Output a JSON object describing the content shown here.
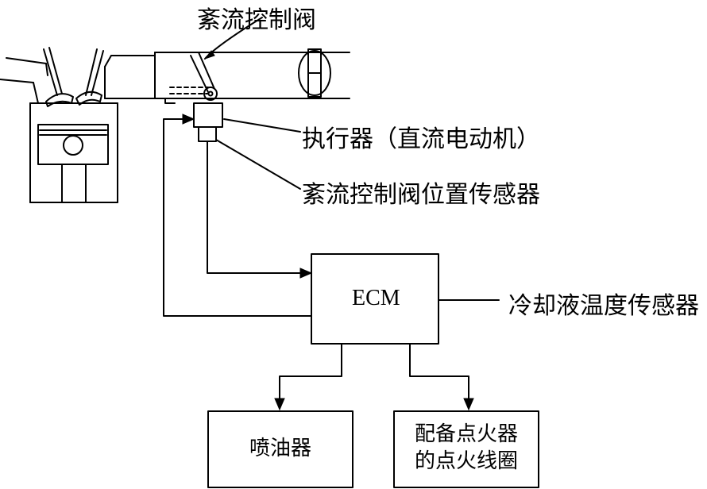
{
  "labels": {
    "throttle_valve": "紊流控制阀",
    "actuator": "执行器（直流电动机）",
    "position_sensor": "紊流控制阀位置传感器",
    "ecm": "ECM",
    "coolant_sensor": "冷却液温度传感器",
    "injector": "喷油器",
    "ignition_line1": "配备点火器",
    "ignition_line2": "的点火线圈"
  }
}
